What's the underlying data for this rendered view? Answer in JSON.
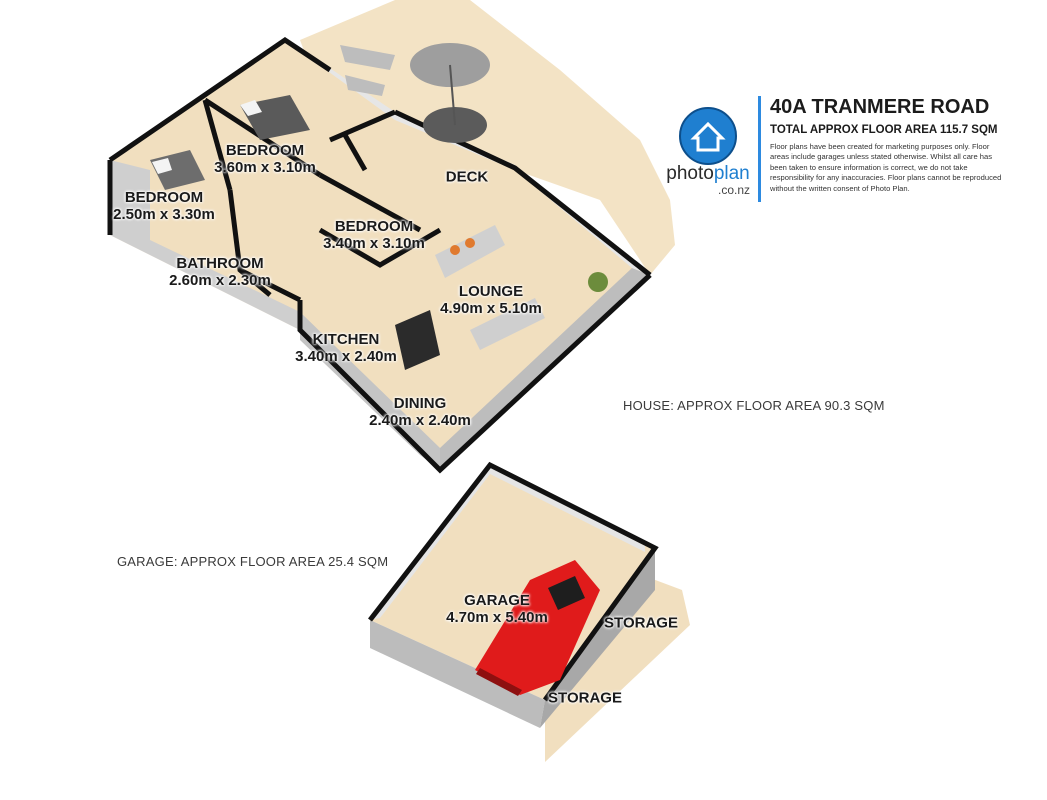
{
  "header": {
    "title": "40A TRANMERE ROAD",
    "subtitle": "TOTAL APPROX FLOOR AREA 115.7 SQM",
    "disclaimer": "Floor plans have been created for marketing purposes only. Floor areas include garages unless stated otherwise. Whilst all care has been taken to ensure information is correct, we do not take responsibility for any inaccuracies. Floor plans cannot be reproduced without the written consent of Photo Plan.",
    "logo_main_a": "photo",
    "logo_main_b": "plan",
    "logo_sub": ".co.nz"
  },
  "areas": {
    "house": "HOUSE: APPROX FLOOR AREA 90.3 SQM",
    "garage": "GARAGE: APPROX FLOOR AREA 25.4 SQM"
  },
  "rooms": {
    "bedroom_top": {
      "name": "BEDROOM",
      "size": "3.60m x 3.10m"
    },
    "bedroom_left": {
      "name": "BEDROOM",
      "size": "2.50m x 3.30m"
    },
    "bedroom_mid": {
      "name": "BEDROOM",
      "size": "3.40m x 3.10m"
    },
    "deck": {
      "name": "DECK"
    },
    "bathroom": {
      "name": "BATHROOM",
      "size": "2.60m x 2.30m"
    },
    "lounge": {
      "name": "LOUNGE",
      "size": "4.90m x 5.10m"
    },
    "kitchen": {
      "name": "KITCHEN",
      "size": "3.40m x 2.40m"
    },
    "dining": {
      "name": "DINING",
      "size": "2.40m x 2.40m"
    },
    "garage": {
      "name": "GARAGE",
      "size": "4.70m x 5.40m"
    },
    "storage_right": {
      "name": "STORAGE"
    },
    "storage_bottom": {
      "name": "STORAGE"
    }
  },
  "colors": {
    "floor": "#f1dfbf",
    "deck": "#f3e3c5",
    "wall_face": "#d9d9d9",
    "wall_top": "#111111",
    "car": "#e01b1b",
    "brand_blue": "#1f7fd0"
  },
  "icons": [
    "house-logo-icon",
    "car-icon",
    "sofa-icon",
    "bed-icon",
    "umbrella-table-icon"
  ]
}
